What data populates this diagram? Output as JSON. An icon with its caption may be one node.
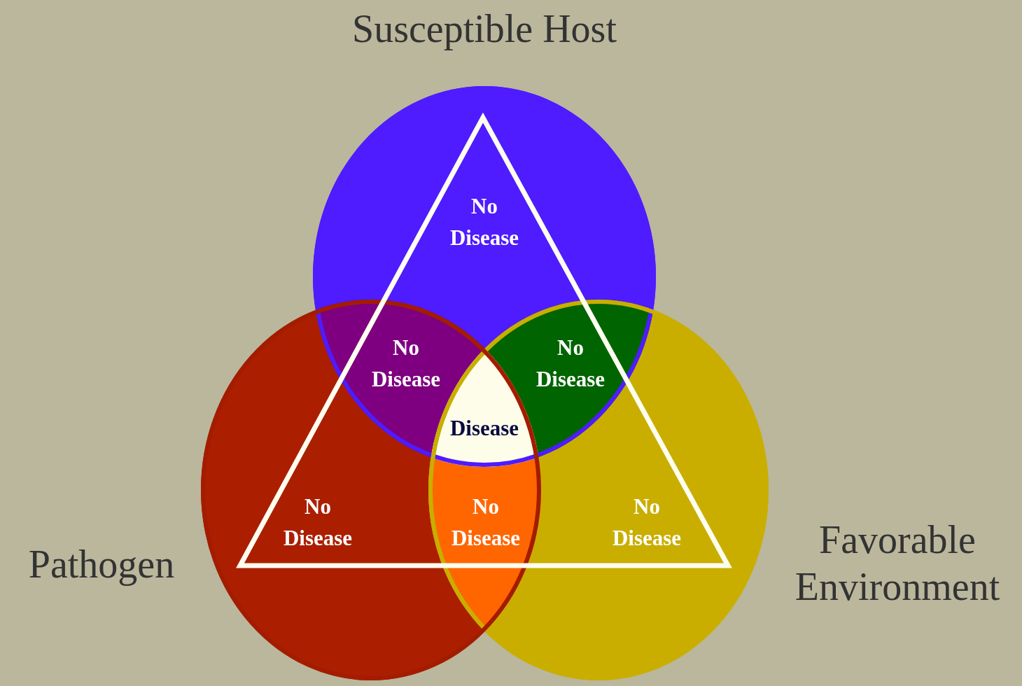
{
  "diagram": {
    "nodes": [
      {
        "text": [
          "Susceptible Host"
        ]
      },
      {
        "text": [
          "Pathogen"
        ]
      },
      {
        "text": [
          "Favorable Environment"
        ]
      }
    ],
    "edges": [],
    "labels": [
      "No Disease",
      "No Disease",
      "No Disease",
      "Disease",
      "No Disease",
      "No Disease",
      "No Disease"
    ]
  }
}
